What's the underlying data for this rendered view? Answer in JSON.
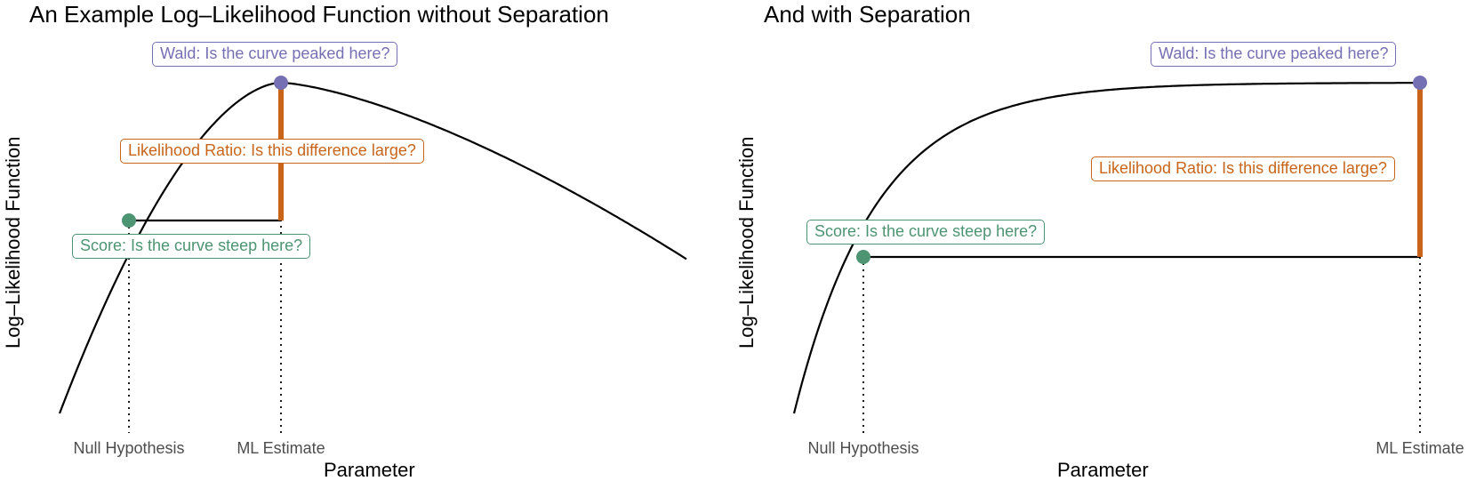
{
  "panels": [
    {
      "title": "An Example Log–Likelihood Function without Separation",
      "ylabel": "Log–Likelihood Function",
      "xlabel": "Parameter",
      "ticks": [
        "Null Hypothesis",
        "ML Estimate"
      ],
      "annotations": {
        "wald": "Wald: Is the curve peaked here?",
        "lr": "Likelihood Ratio: Is this difference large?",
        "score": "Score: Is the curve steep here?"
      }
    },
    {
      "title": "And with Separation",
      "ylabel": "Log–Likelihood Function",
      "xlabel": "Parameter",
      "ticks": [
        "Null Hypothesis",
        "ML Estimate"
      ],
      "annotations": {
        "wald": "Wald: Is the curve peaked here?",
        "lr": "Likelihood Ratio: Is this difference large?",
        "score": "Score: Is the curve steep here?"
      }
    }
  ],
  "colors": {
    "curve": "#000000",
    "wald": "#7570b3",
    "lr": "#c8651b",
    "score": "#4d9473"
  },
  "chart_data": [
    {
      "type": "line",
      "curve_shape": "single-peaked",
      "null_hypothesis": true,
      "ml_estimate": true
    },
    {
      "type": "line",
      "curve_shape": "monotone-increasing-plateau",
      "null_hypothesis": true,
      "ml_estimate": true
    }
  ]
}
